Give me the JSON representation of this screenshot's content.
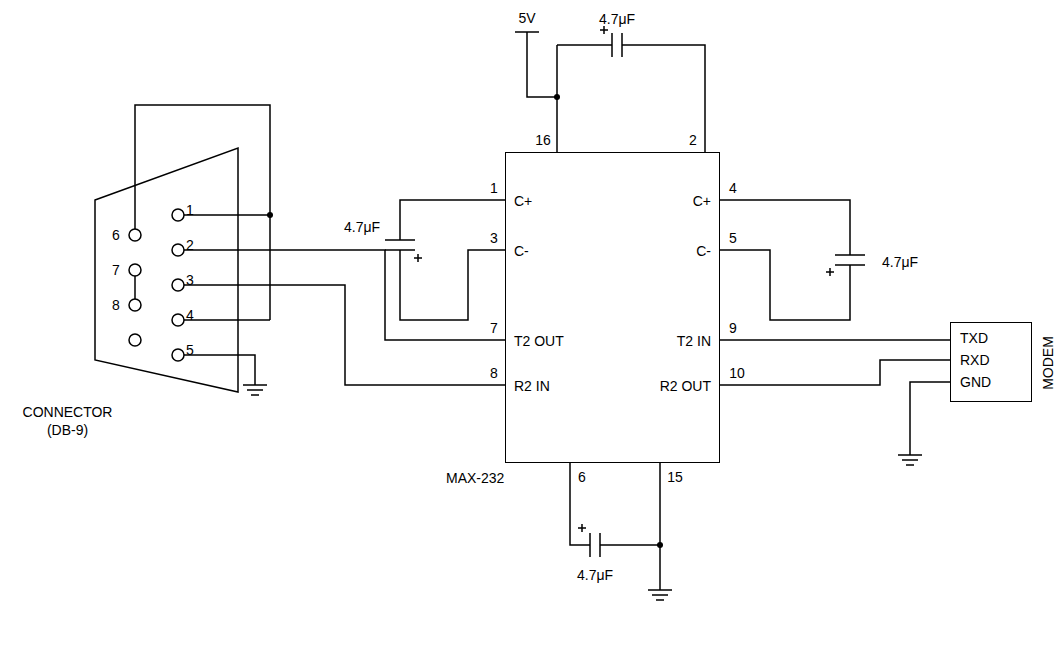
{
  "diagram": {
    "nodes": [
      {
        "text": [
          "CONNECTOR (DB-9)",
          "1",
          "2",
          "3",
          "4",
          "5",
          "6",
          "7",
          "8"
        ]
      },
      {
        "text": [
          "MAX-232",
          "C+",
          "C-",
          "T2 OUT",
          "R2 IN",
          "C+",
          "C-",
          "T2 IN",
          "R2 OUT"
        ]
      },
      {
        "text": [
          "MODEM",
          "TXD",
          "RXD",
          "GND"
        ]
      }
    ],
    "edges": [
      {
        "from": 0,
        "to": 1,
        "arrow": "none"
      },
      {
        "from": 0,
        "to": 1,
        "arrow": "none"
      },
      {
        "from": 1,
        "to": 2,
        "arrow": "none"
      },
      {
        "from": 1,
        "to": 2,
        "arrow": "none"
      }
    ],
    "labels": [
      "5V",
      "4.7μF",
      "4.7μF",
      "4.7μF",
      "4.7μF",
      "16",
      "2",
      "1",
      "3",
      "7",
      "8",
      "4",
      "5",
      "9",
      "10",
      "6",
      "15"
    ]
  }
}
